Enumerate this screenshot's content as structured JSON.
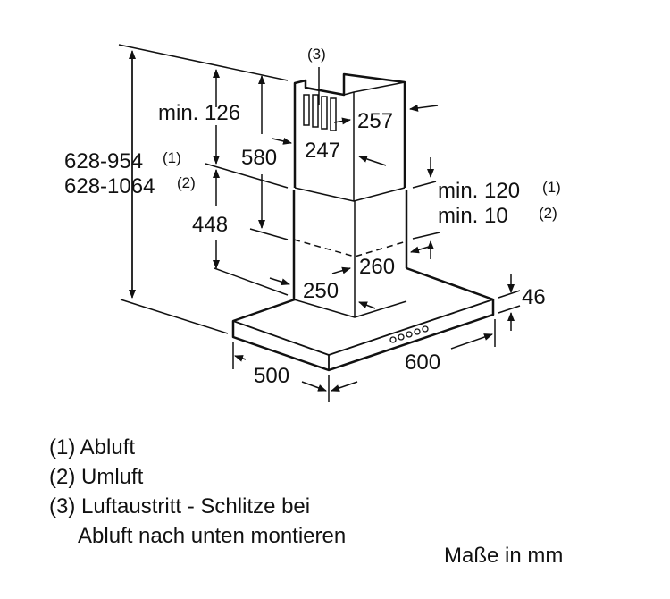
{
  "diagram": {
    "labels": {
      "height_range_1": "628-954",
      "height_range_1_ref": "(1)",
      "height_range_2": "628-1064",
      "height_range_2_ref": "(2)",
      "min_126": "min. 126",
      "dim_580": "580",
      "dim_448": "448",
      "dim_247": "247",
      "dim_257": "257",
      "slots_ref": "(3)",
      "min_120": "min. 120",
      "min_120_ref": "(1)",
      "min_10": "min. 10",
      "min_10_ref": "(2)",
      "dim_260": "260",
      "dim_250": "250",
      "dim_46": "46",
      "dim_500": "500",
      "dim_600": "600"
    }
  },
  "legend": [
    "(1) Abluft",
    "(2) Umluft",
    "(3) Luftaustritt - Schlitze bei",
    "     Abluft nach unten montieren"
  ],
  "units": "Maße in mm"
}
